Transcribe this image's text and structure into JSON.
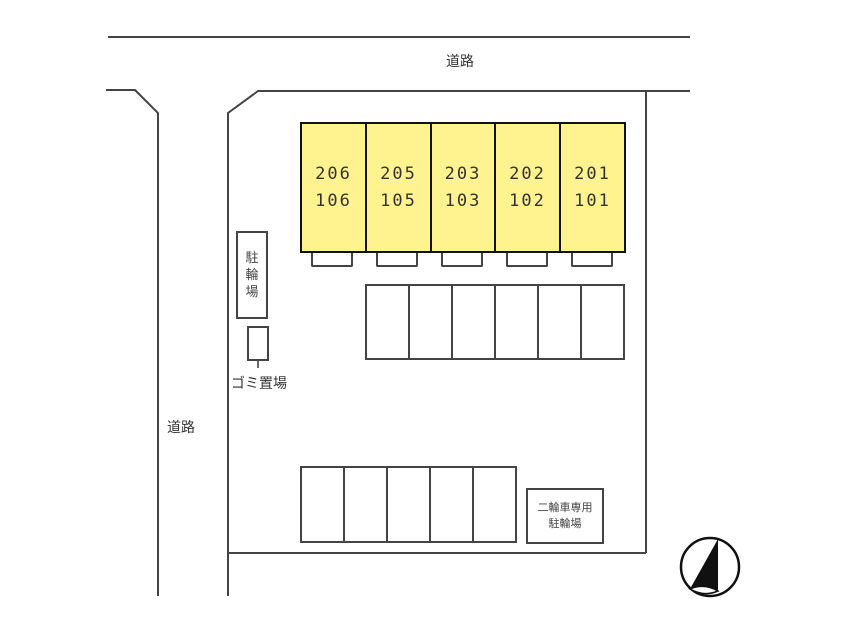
{
  "roads": {
    "top_label": "道路",
    "left_label": "道路"
  },
  "building": {
    "units": [
      {
        "upper": "206",
        "lower": "106"
      },
      {
        "upper": "205",
        "lower": "105"
      },
      {
        "upper": "203",
        "lower": "103"
      },
      {
        "upper": "202",
        "lower": "102"
      },
      {
        "upper": "201",
        "lower": "101"
      }
    ],
    "fill_color": "#fff38f"
  },
  "facilities": {
    "bicycle_parking": "駐\n輪\n場",
    "bicycle_parking_chars": [
      "駐",
      "輪",
      "場"
    ],
    "garbage_area": "ゴミ置場",
    "motorbike_parking_line1": "二輪車専用",
    "motorbike_parking_line2": "駐輪場"
  },
  "parking": {
    "upper_row_slots": 6,
    "lower_row_slots": 5
  },
  "compass": {
    "icon": "north-arrow-icon"
  }
}
